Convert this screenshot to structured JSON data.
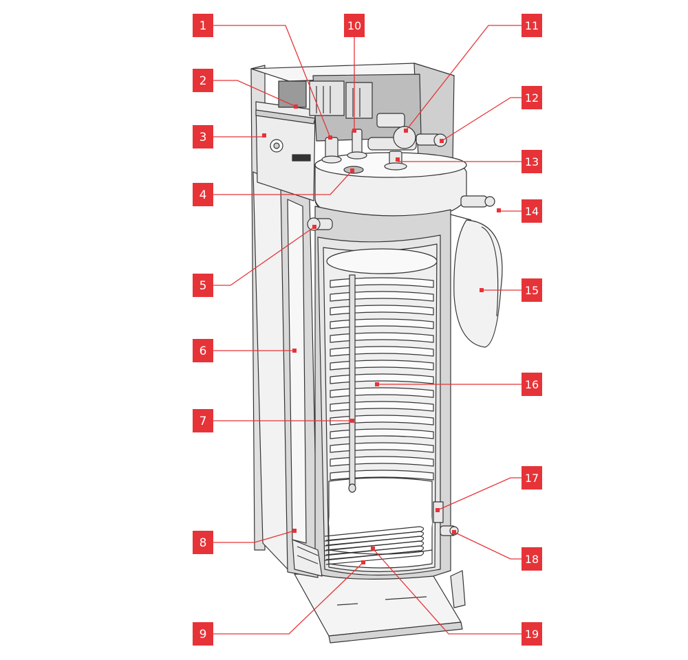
{
  "colors": {
    "callout_fill": "#e63338",
    "callout_text": "#ffffff",
    "leader_line": "#e63338",
    "outline": "#333333",
    "light_grey": "#f1f1f1",
    "mid_grey": "#d8d8d8",
    "dark_grey": "#bdbdbd"
  },
  "callouts": [
    {
      "label": "1"
    },
    {
      "label": "2"
    },
    {
      "label": "3"
    },
    {
      "label": "4"
    },
    {
      "label": "5"
    },
    {
      "label": "6"
    },
    {
      "label": "7"
    },
    {
      "label": "8"
    },
    {
      "label": "9"
    },
    {
      "label": "10"
    },
    {
      "label": "11"
    },
    {
      "label": "12"
    },
    {
      "label": "13"
    },
    {
      "label": "14"
    },
    {
      "label": "15"
    },
    {
      "label": "16"
    },
    {
      "label": "17"
    },
    {
      "label": "18"
    },
    {
      "label": "19"
    }
  ]
}
